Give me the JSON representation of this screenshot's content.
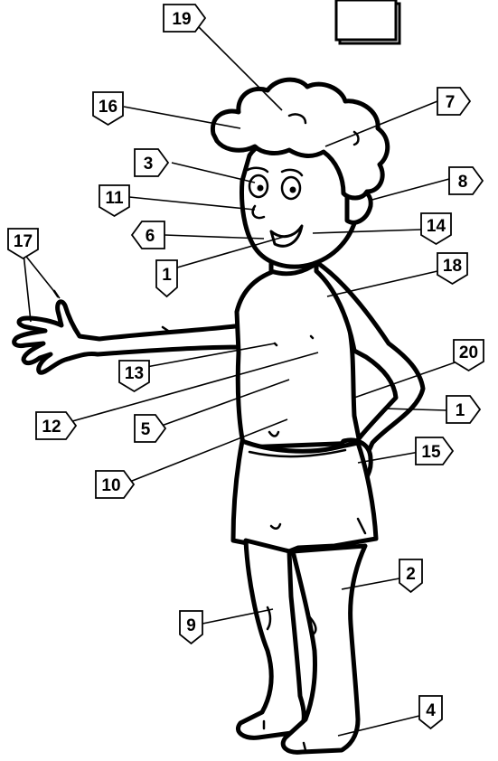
{
  "labels": [
    {
      "id": "19"
    },
    {
      "id": "16"
    },
    {
      "id": "7"
    },
    {
      "id": "3"
    },
    {
      "id": "8"
    },
    {
      "id": "11"
    },
    {
      "id": "17"
    },
    {
      "id": "6"
    },
    {
      "id": "14"
    },
    {
      "id": "1"
    },
    {
      "id": "18"
    },
    {
      "id": "13"
    },
    {
      "id": "20"
    },
    {
      "id": "12"
    },
    {
      "id": "1"
    },
    {
      "id": "5"
    },
    {
      "id": "15"
    },
    {
      "id": "10"
    },
    {
      "id": "2"
    },
    {
      "id": "9"
    },
    {
      "id": "4"
    }
  ]
}
